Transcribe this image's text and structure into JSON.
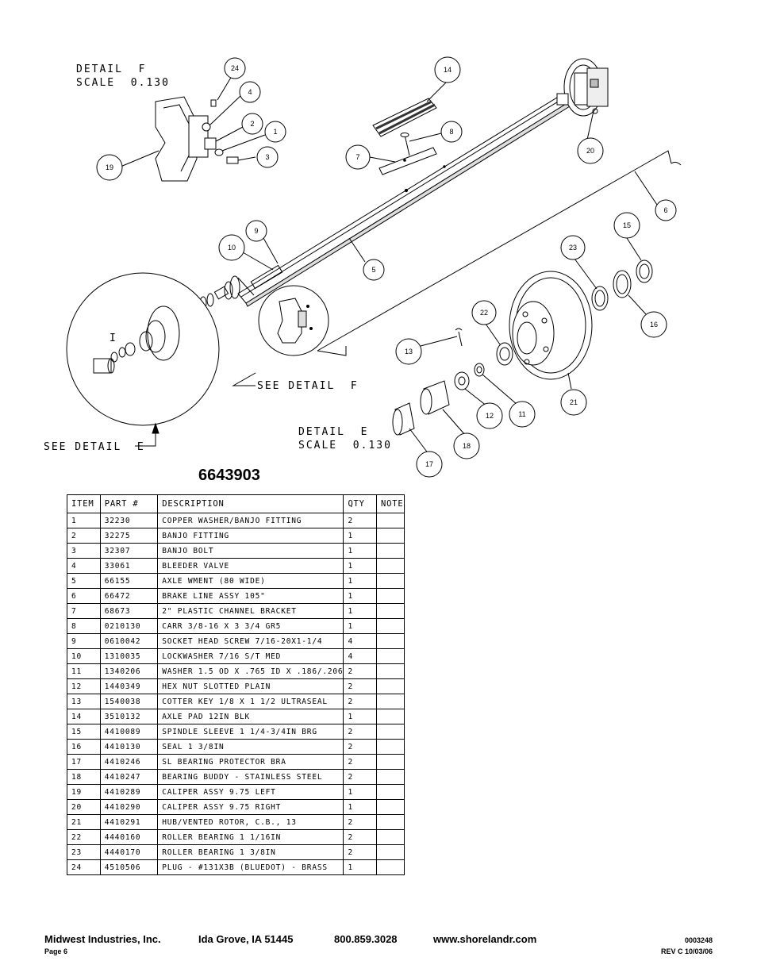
{
  "drawing": {
    "detail_f_title": "DETAIL  F",
    "detail_f_scale": "SCALE  0.130",
    "detail_e_title": "DETAIL  E",
    "detail_e_scale": "SCALE  0.130",
    "see_detail_f": "SEE DETAIL  F",
    "see_detail_e": "SEE DETAIL  E",
    "detail_marker": "I",
    "bubbles": [
      "24",
      "4",
      "2",
      "1",
      "3",
      "19",
      "14",
      "8",
      "7",
      "20",
      "6",
      "9",
      "10",
      "5",
      "15",
      "23",
      "16",
      "22",
      "13",
      "21",
      "11",
      "12",
      "18",
      "17"
    ]
  },
  "part_number": "6643903",
  "bom": {
    "headers": [
      "ITEM",
      "PART #",
      "DESCRIPTION",
      "QTY",
      "NOTE"
    ],
    "rows": [
      [
        "1",
        "32230",
        "COPPER WASHER/BANJO FITTING",
        "2",
        ""
      ],
      [
        "2",
        "32275",
        "BANJO FITTING",
        "1",
        ""
      ],
      [
        "3",
        "32307",
        "BANJO BOLT",
        "1",
        ""
      ],
      [
        "4",
        "33061",
        "BLEEDER VALVE",
        "1",
        ""
      ],
      [
        "5",
        "66155",
        "AXLE WMENT (80 WIDE)",
        "1",
        ""
      ],
      [
        "6",
        "66472",
        "BRAKE LINE ASSY 105\"",
        "1",
        ""
      ],
      [
        "7",
        "68673",
        "2\" PLASTIC CHANNEL BRACKET",
        "1",
        ""
      ],
      [
        "8",
        "0210130",
        "CARR 3/8-16 X 3 3/4 GR5",
        "1",
        ""
      ],
      [
        "9",
        "0610042",
        "SOCKET HEAD SCREW 7/16-20X1-1/4",
        "4",
        ""
      ],
      [
        "10",
        "1310035",
        "LOCKWASHER 7/16 S/T MED",
        "4",
        ""
      ],
      [
        "11",
        "1340206",
        "WASHER 1.5 OD X .765 ID X .186/.206",
        "2",
        ""
      ],
      [
        "12",
        "1440349",
        "HEX NUT SLOTTED PLAIN",
        "2",
        ""
      ],
      [
        "13",
        "1540038",
        "COTTER KEY 1/8 X 1 1/2 ULTRASEAL",
        "2",
        ""
      ],
      [
        "14",
        "3510132",
        "AXLE PAD 12IN  BLK",
        "1",
        ""
      ],
      [
        "15",
        "4410089",
        "SPINDLE SLEEVE  1 1/4-3/4IN BRG",
        "2",
        ""
      ],
      [
        "16",
        "4410130",
        "SEAL  1 3/8IN",
        "2",
        ""
      ],
      [
        "17",
        "4410246",
        "SL BEARING PROTECTOR BRA",
        "2",
        ""
      ],
      [
        "18",
        "4410247",
        "BEARING BUDDY - STAINLESS STEEL",
        "2",
        ""
      ],
      [
        "19",
        "4410289",
        "CALIPER ASSY 9.75 LEFT",
        "1",
        ""
      ],
      [
        "20",
        "4410290",
        "CALIPER ASSY 9.75 RIGHT",
        "1",
        ""
      ],
      [
        "21",
        "4410291",
        "HUB/VENTED ROTOR, C.B.,  13",
        "2",
        ""
      ],
      [
        "22",
        "4440160",
        "ROLLER BEARING  1 1/16IN",
        "2",
        ""
      ],
      [
        "23",
        "4440170",
        "ROLLER BEARING  1 3/8IN",
        "2",
        ""
      ],
      [
        "24",
        "4510506",
        "PLUG - #131X3B (BLUEDOT) - BRASS",
        "1",
        ""
      ]
    ]
  },
  "footer": {
    "company": "Midwest Industries, Inc.",
    "city": "Ida Grove, IA  51445",
    "phone": "800.859.3028",
    "website": "www.shorelandr.com",
    "page": "Page 6",
    "doc_number": "0003248",
    "revision": "REV  C  10/03/06"
  }
}
